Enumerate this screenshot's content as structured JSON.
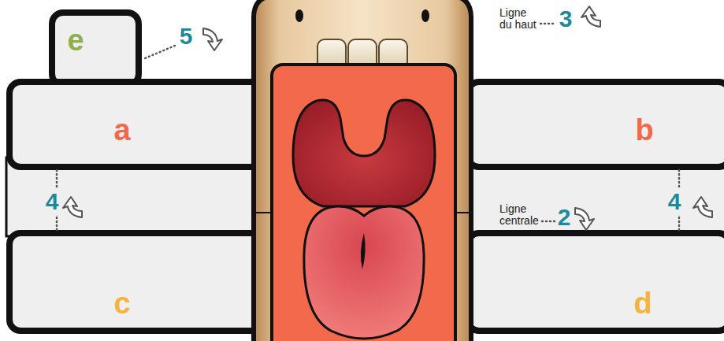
{
  "diagram": {
    "nodes": [
      {
        "text": [
          "e"
        ]
      },
      {
        "text": [
          "a"
        ]
      },
      {
        "text": [
          "b"
        ]
      },
      {
        "text": [
          "c"
        ]
      },
      {
        "text": [
          "d"
        ]
      }
    ],
    "edges": [
      {
        "from": 1,
        "to": 3,
        "arrow": "none",
        "label": "4"
      },
      {
        "from": 2,
        "to": 4,
        "arrow": "none",
        "label": "4"
      }
    ],
    "labels": [
      "5",
      "Ligne du haut",
      "3",
      "Ligne centrale",
      "2"
    ]
  }
}
